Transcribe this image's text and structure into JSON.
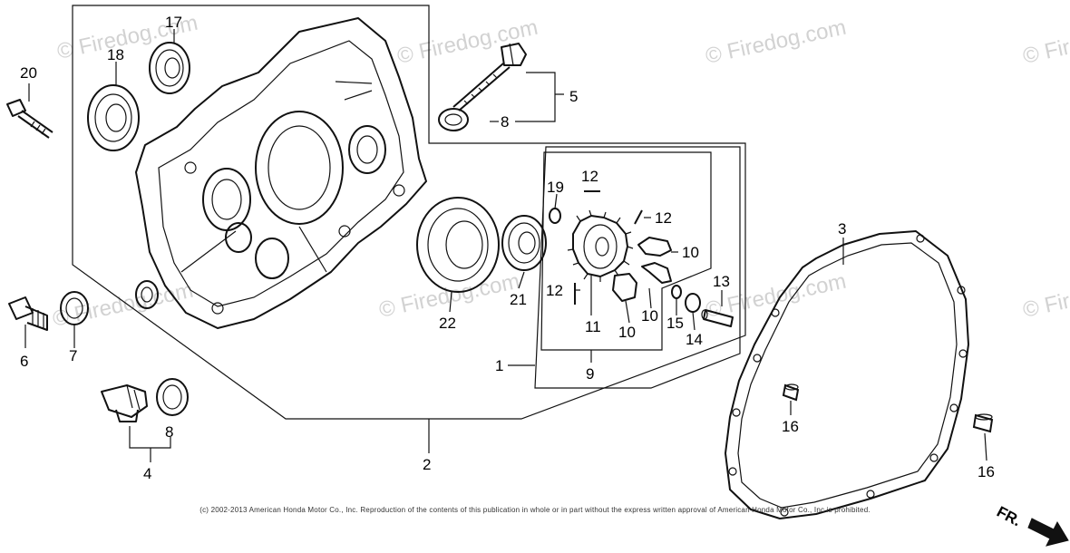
{
  "watermark": "© Firedog.com",
  "copyright": "(c) 2002-2013 American Honda Motor Co., Inc. Reproduction of the contents of this publication in whole or in part without the express written approval of American Honda Motor Co., Inc is prohibited.",
  "front_indicator": "FR.",
  "callouts": {
    "c1": "1",
    "c2": "2",
    "c3": "3",
    "c4": "4",
    "c5": "5",
    "c6": "6",
    "c7": "7",
    "c8a": "8",
    "c8b": "8",
    "c9": "9",
    "c10a": "10",
    "c10b": "10",
    "c10c": "10",
    "c11": "11",
    "c12a": "12",
    "c12b": "12",
    "c12c": "12",
    "c13": "13",
    "c14": "14",
    "c15": "15",
    "c16a": "16",
    "c16b": "16",
    "c17": "17",
    "c18": "18",
    "c19": "19",
    "c20": "20",
    "c21": "21",
    "c22": "22"
  },
  "colors": {
    "line": "#111111",
    "watermark": "#d2d2d2",
    "background": "#ffffff"
  }
}
